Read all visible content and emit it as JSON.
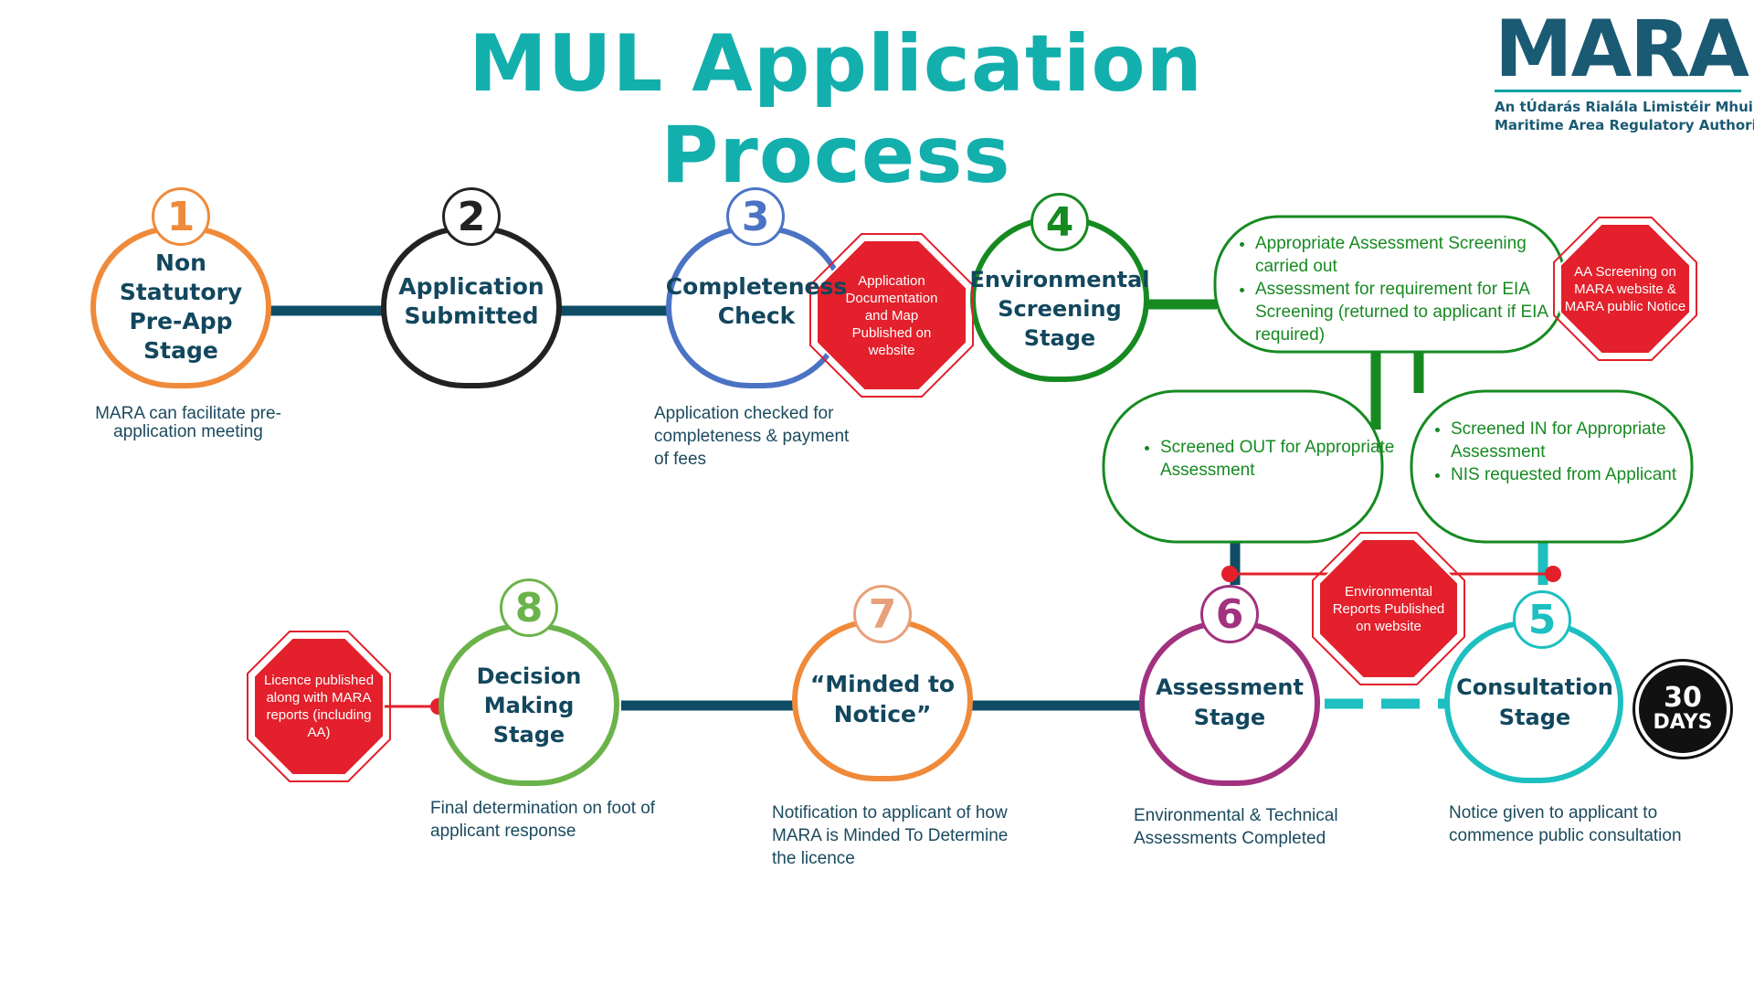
{
  "title": "MUL Application Process",
  "logo": {
    "wordmark": "MARA",
    "line1": "An tÚdarás Rialála Limistéir Mhuirí",
    "line2": "Maritime Area Regulatory Authority"
  },
  "colors": {
    "title": "#13afad",
    "connector": "#0e4d65",
    "stop": "#e3202b",
    "green": "#168a21"
  },
  "stages": [
    {
      "number": "1",
      "label": "Non Statutory Pre-App Stage",
      "color": "#ef8a3a",
      "description": "MARA can facilitate pre-application meeting"
    },
    {
      "number": "2",
      "label": "Application Submitted",
      "color": "#222222",
      "description": ""
    },
    {
      "number": "3",
      "label": "Completeness Check",
      "color": "#4b73c4",
      "description": "Application checked for completeness & payment of fees"
    },
    {
      "number": "4",
      "label": "Environmental Screening Stage",
      "color": "#168a21",
      "description": ""
    },
    {
      "number": "5",
      "label": "Consultation Stage",
      "color": "#1dbfc0",
      "description": "Notice given to applicant to commence public consultation"
    },
    {
      "number": "6",
      "label": "Assessment Stage",
      "color": "#a2317f",
      "description": "Environmental & Technical Assessments Completed"
    },
    {
      "number": "7",
      "label": "“Minded to Notice”",
      "color": "#ef8a3a",
      "number_color": "#e8a07a",
      "description": "Notification to applicant of how MARA is Minded To Determine the licence"
    },
    {
      "number": "8",
      "label": "Decision Making Stage",
      "color": "#6ab34a",
      "description": "Final determination on foot of applicant response"
    }
  ],
  "stop_signs": [
    {
      "id": "docs-published",
      "text": "Application Documentation and Map Published on website"
    },
    {
      "id": "aa-screening",
      "text": "AA Screening on MARA website & MARA public Notice"
    },
    {
      "id": "env-reports",
      "text": "Environmental Reports Published on website"
    },
    {
      "id": "licence-published",
      "text": "Licence published along with MARA reports (including AA)"
    }
  ],
  "boxes": {
    "screening": [
      "Appropriate Assessment Screening carried out",
      "Assessment for requirement for EIA Screening (returned to applicant if EIA required)"
    ],
    "screened_out": [
      "Screened OUT for Appropriate Assessment"
    ],
    "screened_in": [
      "Screened IN for Appropriate Assessment",
      "NIS requested from Applicant"
    ]
  },
  "badge": {
    "line1": "30",
    "line2": "DAYS"
  }
}
